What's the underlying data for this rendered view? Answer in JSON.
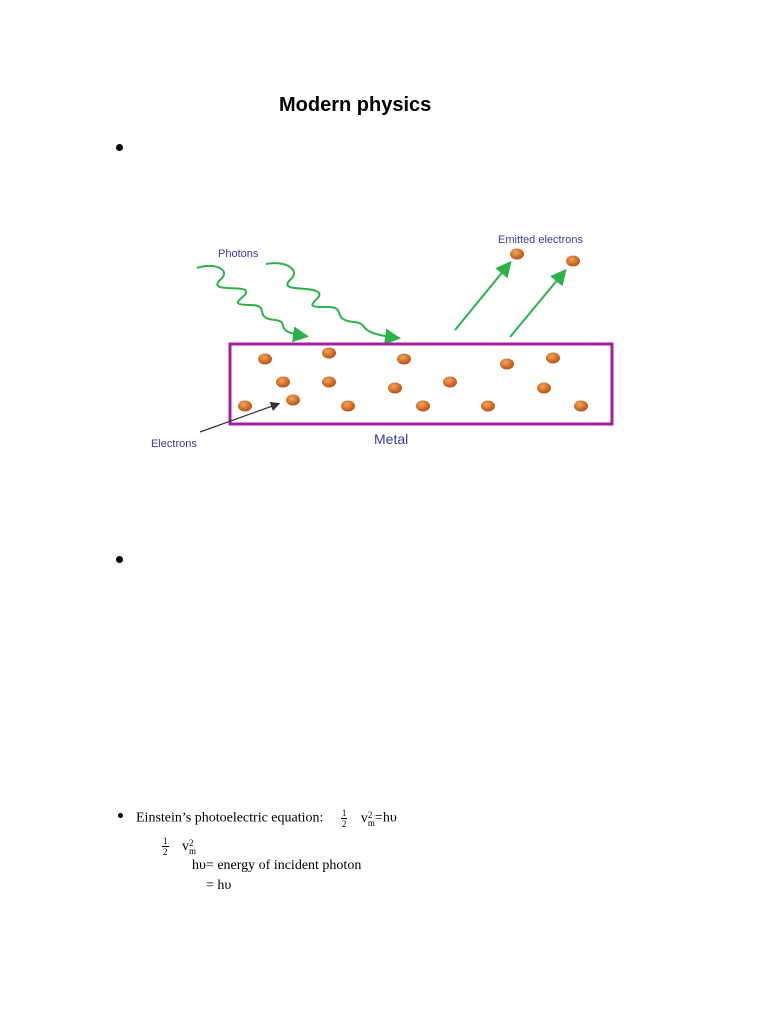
{
  "document": {
    "title": "Modern physics"
  },
  "figure": {
    "photons_label": "Photons",
    "emitted_label": "Emitted electrons",
    "electrons_label": "Electrons",
    "metal_label": "Metal",
    "colors": {
      "arrow": "#2bb34a",
      "metal_border": "#a020a0",
      "electron": "#d2691e",
      "label": "#3a3aa0"
    }
  },
  "equation": {
    "intro": "Einstein’s photoelectric equation:",
    "frac_num": "1",
    "frac_den": "2",
    "v": "v",
    "sub_m": "m",
    "sup_2": "2",
    "rhs": "=hυ",
    "line3": "hυ= energy of incident photon",
    "line4": "= hυ"
  }
}
